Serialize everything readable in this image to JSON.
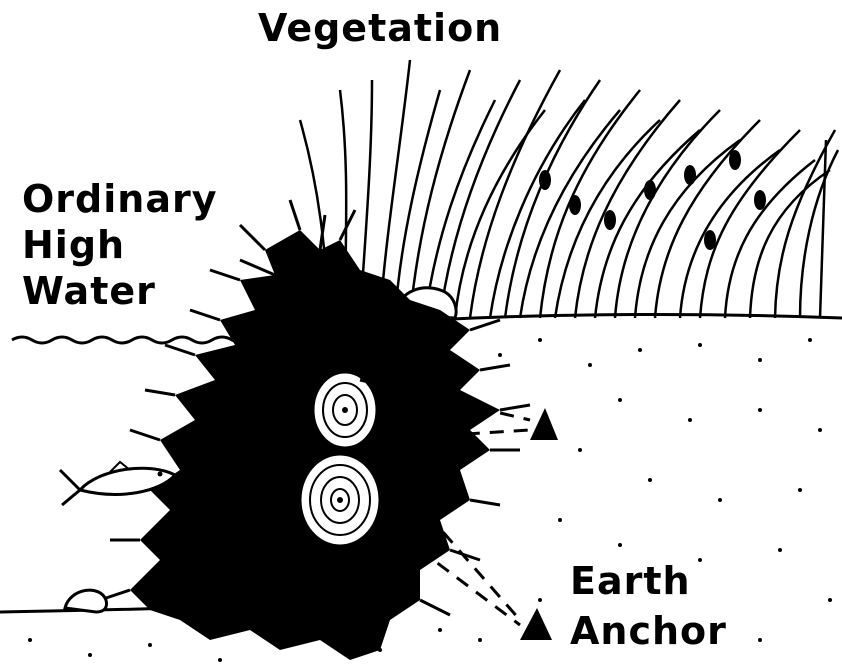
{
  "labels": {
    "vegetation": "Vegetation",
    "ohw": [
      "Ordinary",
      "High",
      "Water"
    ],
    "earth_anchor": [
      "Earth",
      "Anchor"
    ]
  },
  "colors": {
    "ink": "#000000",
    "paper": "#ffffff"
  }
}
